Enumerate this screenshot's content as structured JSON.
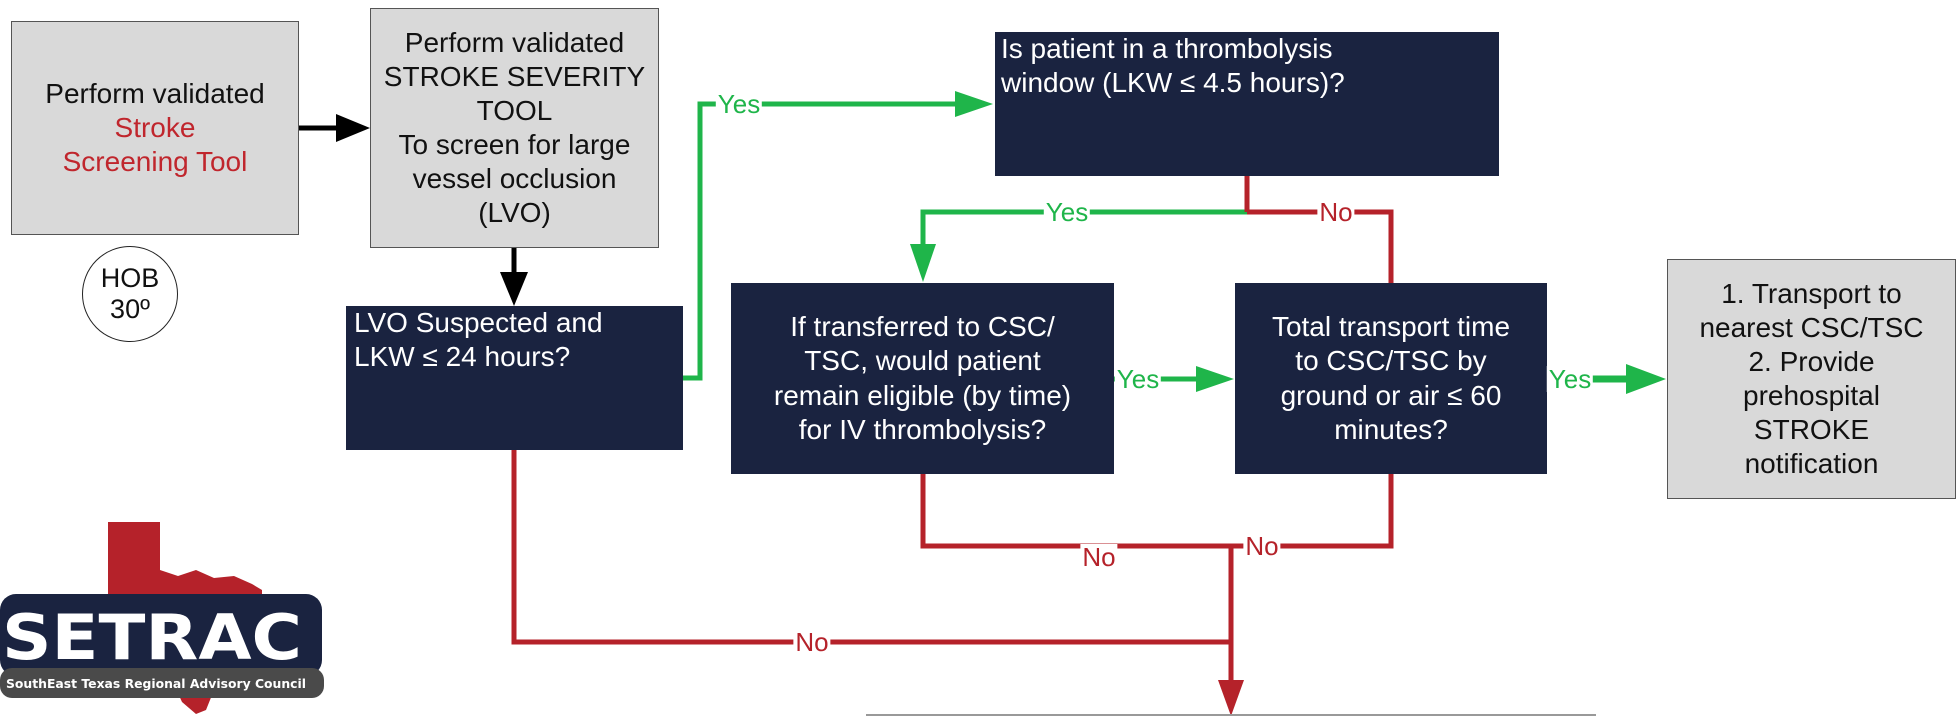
{
  "boxes": {
    "screening": {
      "line1": "Perform validated",
      "line2": "Stroke",
      "line3": "Screening Tool"
    },
    "severity": {
      "lines": [
        "Perform validated",
        "STROKE SEVERITY",
        "TOOL",
        "To screen for large",
        "vessel occlusion",
        "(LVO)"
      ]
    },
    "lvo_question": {
      "lines": [
        "LVO Suspected and",
        "LKW ≤ 24 hours?"
      ]
    },
    "thrombolysis_window": {
      "lines": [
        "Is patient in a thrombolysis",
        "window (LKW ≤ 4.5 hours)?"
      ]
    },
    "transfer_eligible": {
      "lines": [
        "If transferred to CSC/",
        "TSC, would patient",
        "remain eligible (by time)",
        "for IV thrombolysis?"
      ]
    },
    "transport_time": {
      "lines": [
        "Total transport time",
        "to CSC/TSC by",
        "ground or air ≤ 60",
        "minutes?"
      ]
    },
    "outcome": {
      "lines": [
        "1. Transport to",
        "nearest CSC/TSC",
        "2. Provide",
        "prehospital",
        "STROKE",
        "notification"
      ]
    }
  },
  "hob": {
    "line1": "HOB",
    "line2": "30º"
  },
  "edge_labels": {
    "yes_lvo_to_window": "Yes",
    "yes_window_to_transfer": "Yes",
    "no_window": "No",
    "yes_transfer_to_transport": "Yes",
    "yes_transport_to_outcome": "Yes",
    "no_transfer": "No",
    "no_transport": "No",
    "no_lvo": "No"
  },
  "logo": {
    "name": "SETRAC",
    "subtitle": "SouthEast Texas Regional Advisory Council"
  },
  "colors": {
    "navy": "#1a2340",
    "grey": "#d9d9d9",
    "green": "#1fb54a",
    "red": "#b5222a",
    "black": "#000000"
  }
}
